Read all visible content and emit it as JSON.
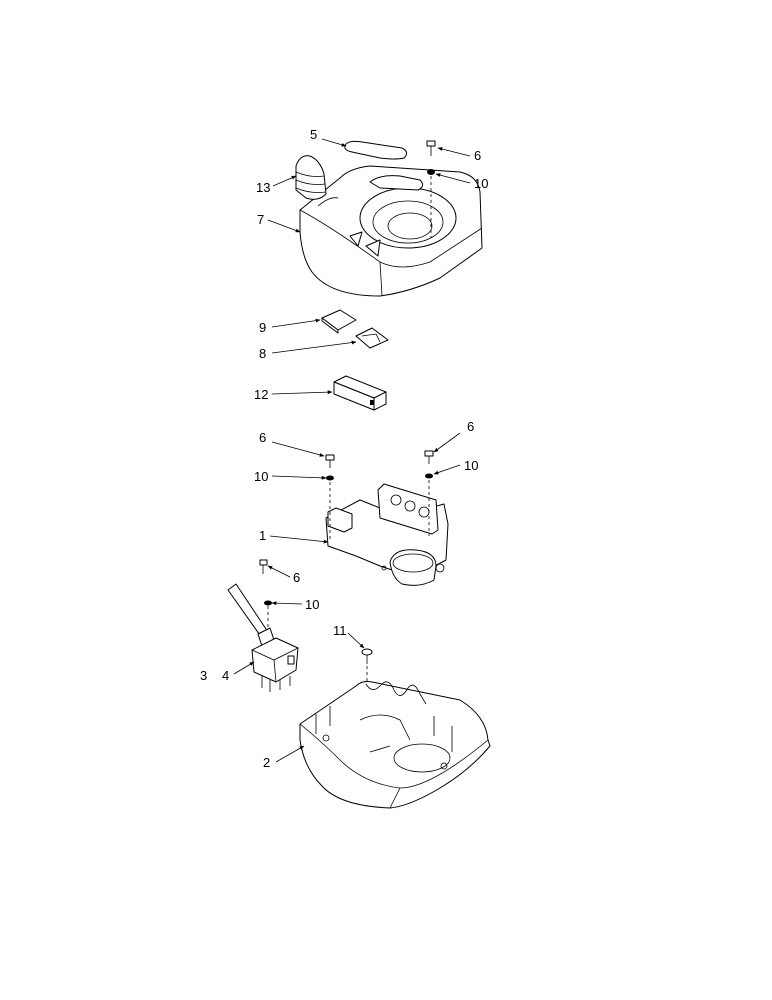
{
  "callouts": {
    "c1": "1",
    "c2": "2",
    "c3": "3",
    "c4": "4",
    "c5": "5",
    "c6a": "6",
    "c6b": "6",
    "c6c": "6",
    "c6d": "6",
    "c7": "7",
    "c8": "8",
    "c9": "9",
    "c10a": "10",
    "c10b": "10",
    "c10c": "10",
    "c10d": "10",
    "c11": "11",
    "c12": "12",
    "c13": "13"
  }
}
